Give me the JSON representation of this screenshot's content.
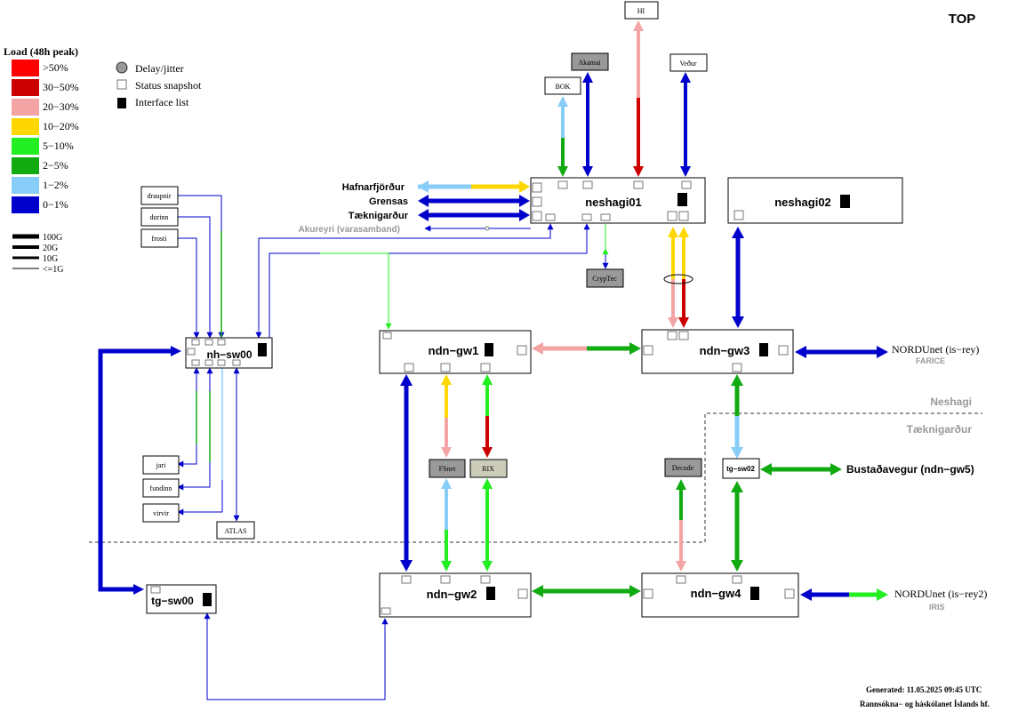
{
  "page": {
    "title": "TOP"
  },
  "legend": {
    "title": "Load (48h peak)",
    "items": [
      {
        "label": ">50%",
        "color": "#ff0000"
      },
      {
        "label": "30−50%",
        "color": "#cc0000"
      },
      {
        "label": "20−30%",
        "color": "#f4a4a4"
      },
      {
        "label": "10−20%",
        "color": "#ffd700"
      },
      {
        "label": "5−10%",
        "color": "#22ee22"
      },
      {
        "label": "2−5%",
        "color": "#11aa11"
      },
      {
        "label": "1−2%",
        "color": "#88ccf8"
      },
      {
        "label": "0−1%",
        "color": "#0000cc"
      }
    ],
    "widths": [
      "100G",
      "20G",
      "10G",
      "<=1G"
    ],
    "symbols": {
      "delay": "Delay/jitter",
      "status": "Status snapshot",
      "iflist": "Interface list"
    }
  },
  "nodes": {
    "neshagi01": "neshagi01",
    "neshagi02": "neshagi02",
    "nh_sw00": "nh−sw00",
    "ndn_gw1": "ndn−gw1",
    "ndn_gw3": "ndn−gw3",
    "ndn_gw2": "ndn−gw2",
    "ndn_gw4": "ndn−gw4",
    "tg_sw00": "tg−sw00",
    "tg_sw02": "tg−sw02"
  },
  "small_boxes": {
    "hi": "HI",
    "akamai": "Akamai",
    "bok": "BOK",
    "vedur": "Veður",
    "cryptec": "CrypTec",
    "draupnir": "draupnir",
    "durinn": "durinn",
    "frosti": "frosti",
    "jari": "jari",
    "fundinn": "fundinn",
    "virvir": "virvir",
    "atlas": "ATLAS",
    "fsnet": "FSnet",
    "rix": "RIX",
    "decode": "Decode"
  },
  "labels": {
    "hafnarfjordur": "Hafnarfjörður",
    "grensas": "Grensas",
    "taeknigardur": "Tæknigarður",
    "akureyri": "Akureyri (varasamband)",
    "nordunet_rey": "NORDUnet (is−rey)",
    "farice": "FARICE",
    "nordunet_rey2": "NORDUnet (is−rey2)",
    "iris": "IRIS",
    "bustadavegur": "Bustaðavegur (ndn−gw5)",
    "zone_neshagi": "Neshagi",
    "zone_taeknigardur": "Tæknigarður"
  },
  "footer": {
    "generated": "Generated:  11.05.2025 09:45 UTC",
    "org": "Rannsókna− og háskólanet Íslands hf."
  }
}
